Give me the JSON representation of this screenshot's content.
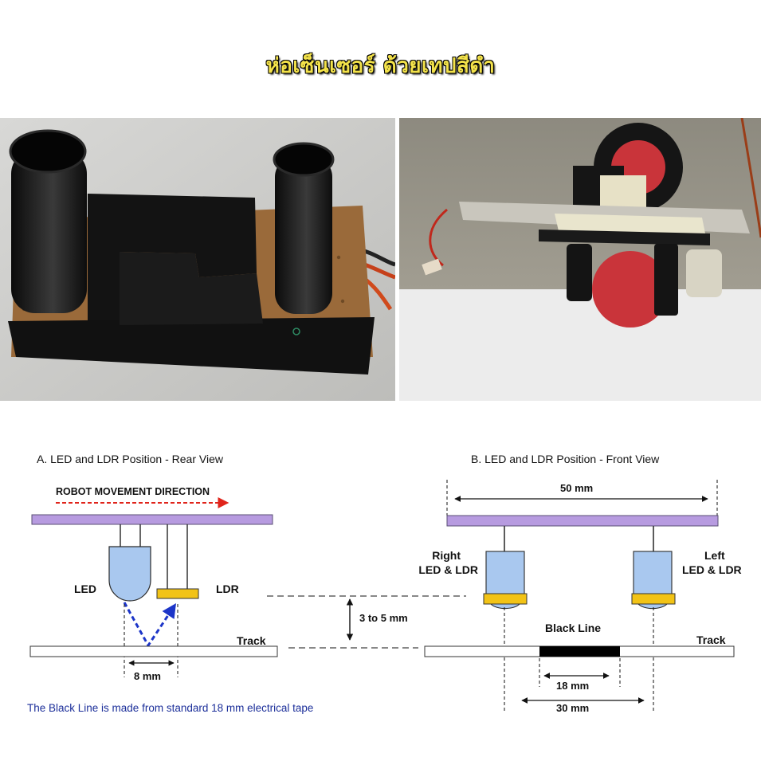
{
  "title": "ห่อเซ็นเซอร์ ด้วยเทปสีดำ",
  "photos": {
    "left_label": "sensor-board-photo",
    "right_label": "robot-side-photo"
  },
  "rear_view": {
    "heading": "A. LED and LDR Position - Rear View",
    "direction": "ROBOT MOVEMENT DIRECTION",
    "led": "LED",
    "ldr": "LDR",
    "track": "Track",
    "spacing": "8 mm",
    "gap": "3 to 5 mm"
  },
  "front_view": {
    "heading": "B. LED and LDR Position - Front View",
    "width": "50 mm",
    "right_line1": "Right",
    "right_line2": "LED & LDR",
    "left_line1": "Left",
    "left_line2": "LED & LDR",
    "black_line": "Black Line",
    "track": "Track",
    "tape_width": "18 mm",
    "sensor_spacing": "30 mm"
  },
  "note": "The Black Line is made from standard 18 mm electrical tape",
  "colors": {
    "board": "#b79be0",
    "led": "#a9c8ef",
    "ldr": "#f2c316",
    "arrow_red": "#e0241b",
    "arrow_blue": "#1c35c8",
    "note_blue": "#1c2f9a"
  }
}
